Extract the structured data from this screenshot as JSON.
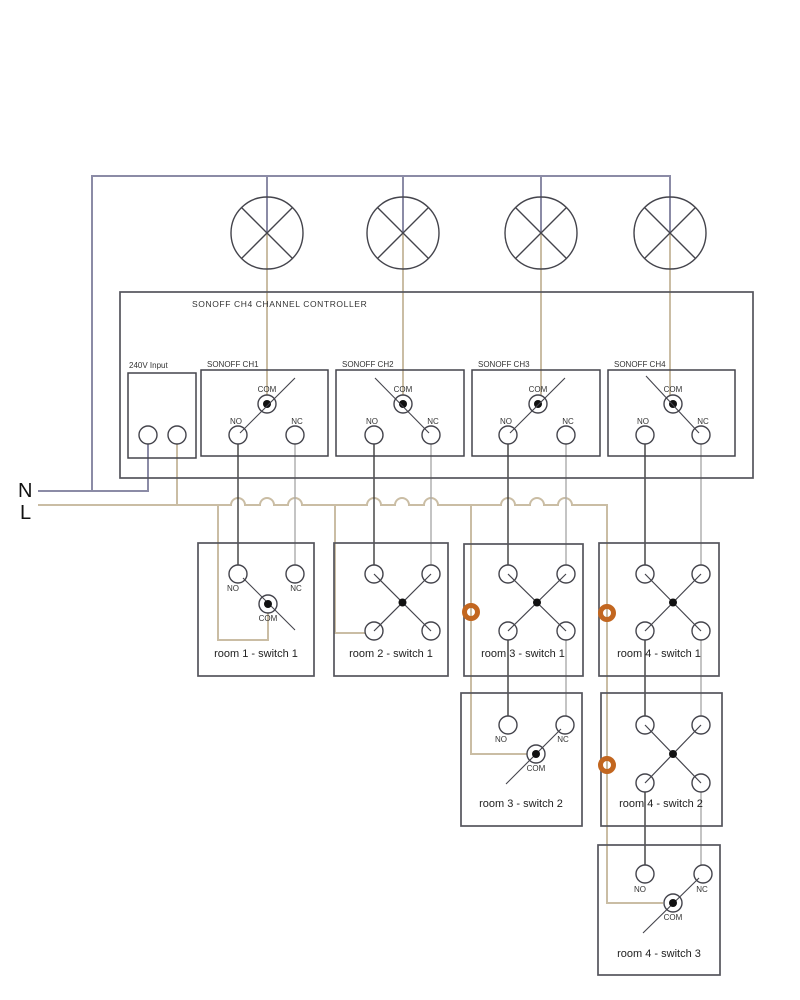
{
  "controller": {
    "title": "SONOFF CH4 CHANNEL CONTROLLER"
  },
  "supply": {
    "neutral": "N",
    "live": "L"
  },
  "power_input": {
    "label": "240V Input"
  },
  "relays": [
    {
      "label": "SONOFF CH1",
      "com": "COM",
      "no": "NO",
      "nc": "NC"
    },
    {
      "label": "SONOFF CH2",
      "com": "COM",
      "no": "NO",
      "nc": "NC"
    },
    {
      "label": "SONOFF CH3",
      "com": "COM",
      "no": "NO",
      "nc": "NC"
    },
    {
      "label": "SONOFF CH4",
      "com": "COM",
      "no": "NO",
      "nc": "NC"
    }
  ],
  "switches": {
    "room1_switch1": {
      "label": "room 1 - switch 1",
      "no": "NO",
      "nc": "NC",
      "com": "COM"
    },
    "room2_switch1": {
      "label": "room 2 - switch 1"
    },
    "room3_switch1": {
      "label": "room 3 - switch 1"
    },
    "room4_switch1": {
      "label": "room 4 - switch 1"
    },
    "room3_switch2": {
      "label": "room 3 - switch 2",
      "no": "NO",
      "nc": "NC",
      "com": "COM"
    },
    "room4_switch2": {
      "label": "room 4 - switch 2"
    },
    "room4_switch3": {
      "label": "room 4 - switch 3",
      "no": "NO",
      "nc": "NC",
      "com": "COM"
    }
  },
  "lamps": {
    "count": 4
  },
  "colors": {
    "neutral_wire": "#8b8ba6",
    "live_wire": "#cabda4",
    "no_wire": "#3a3a3a",
    "nc_wire": "#ababab",
    "connector": "#c2661f",
    "outline": "#54545c"
  }
}
